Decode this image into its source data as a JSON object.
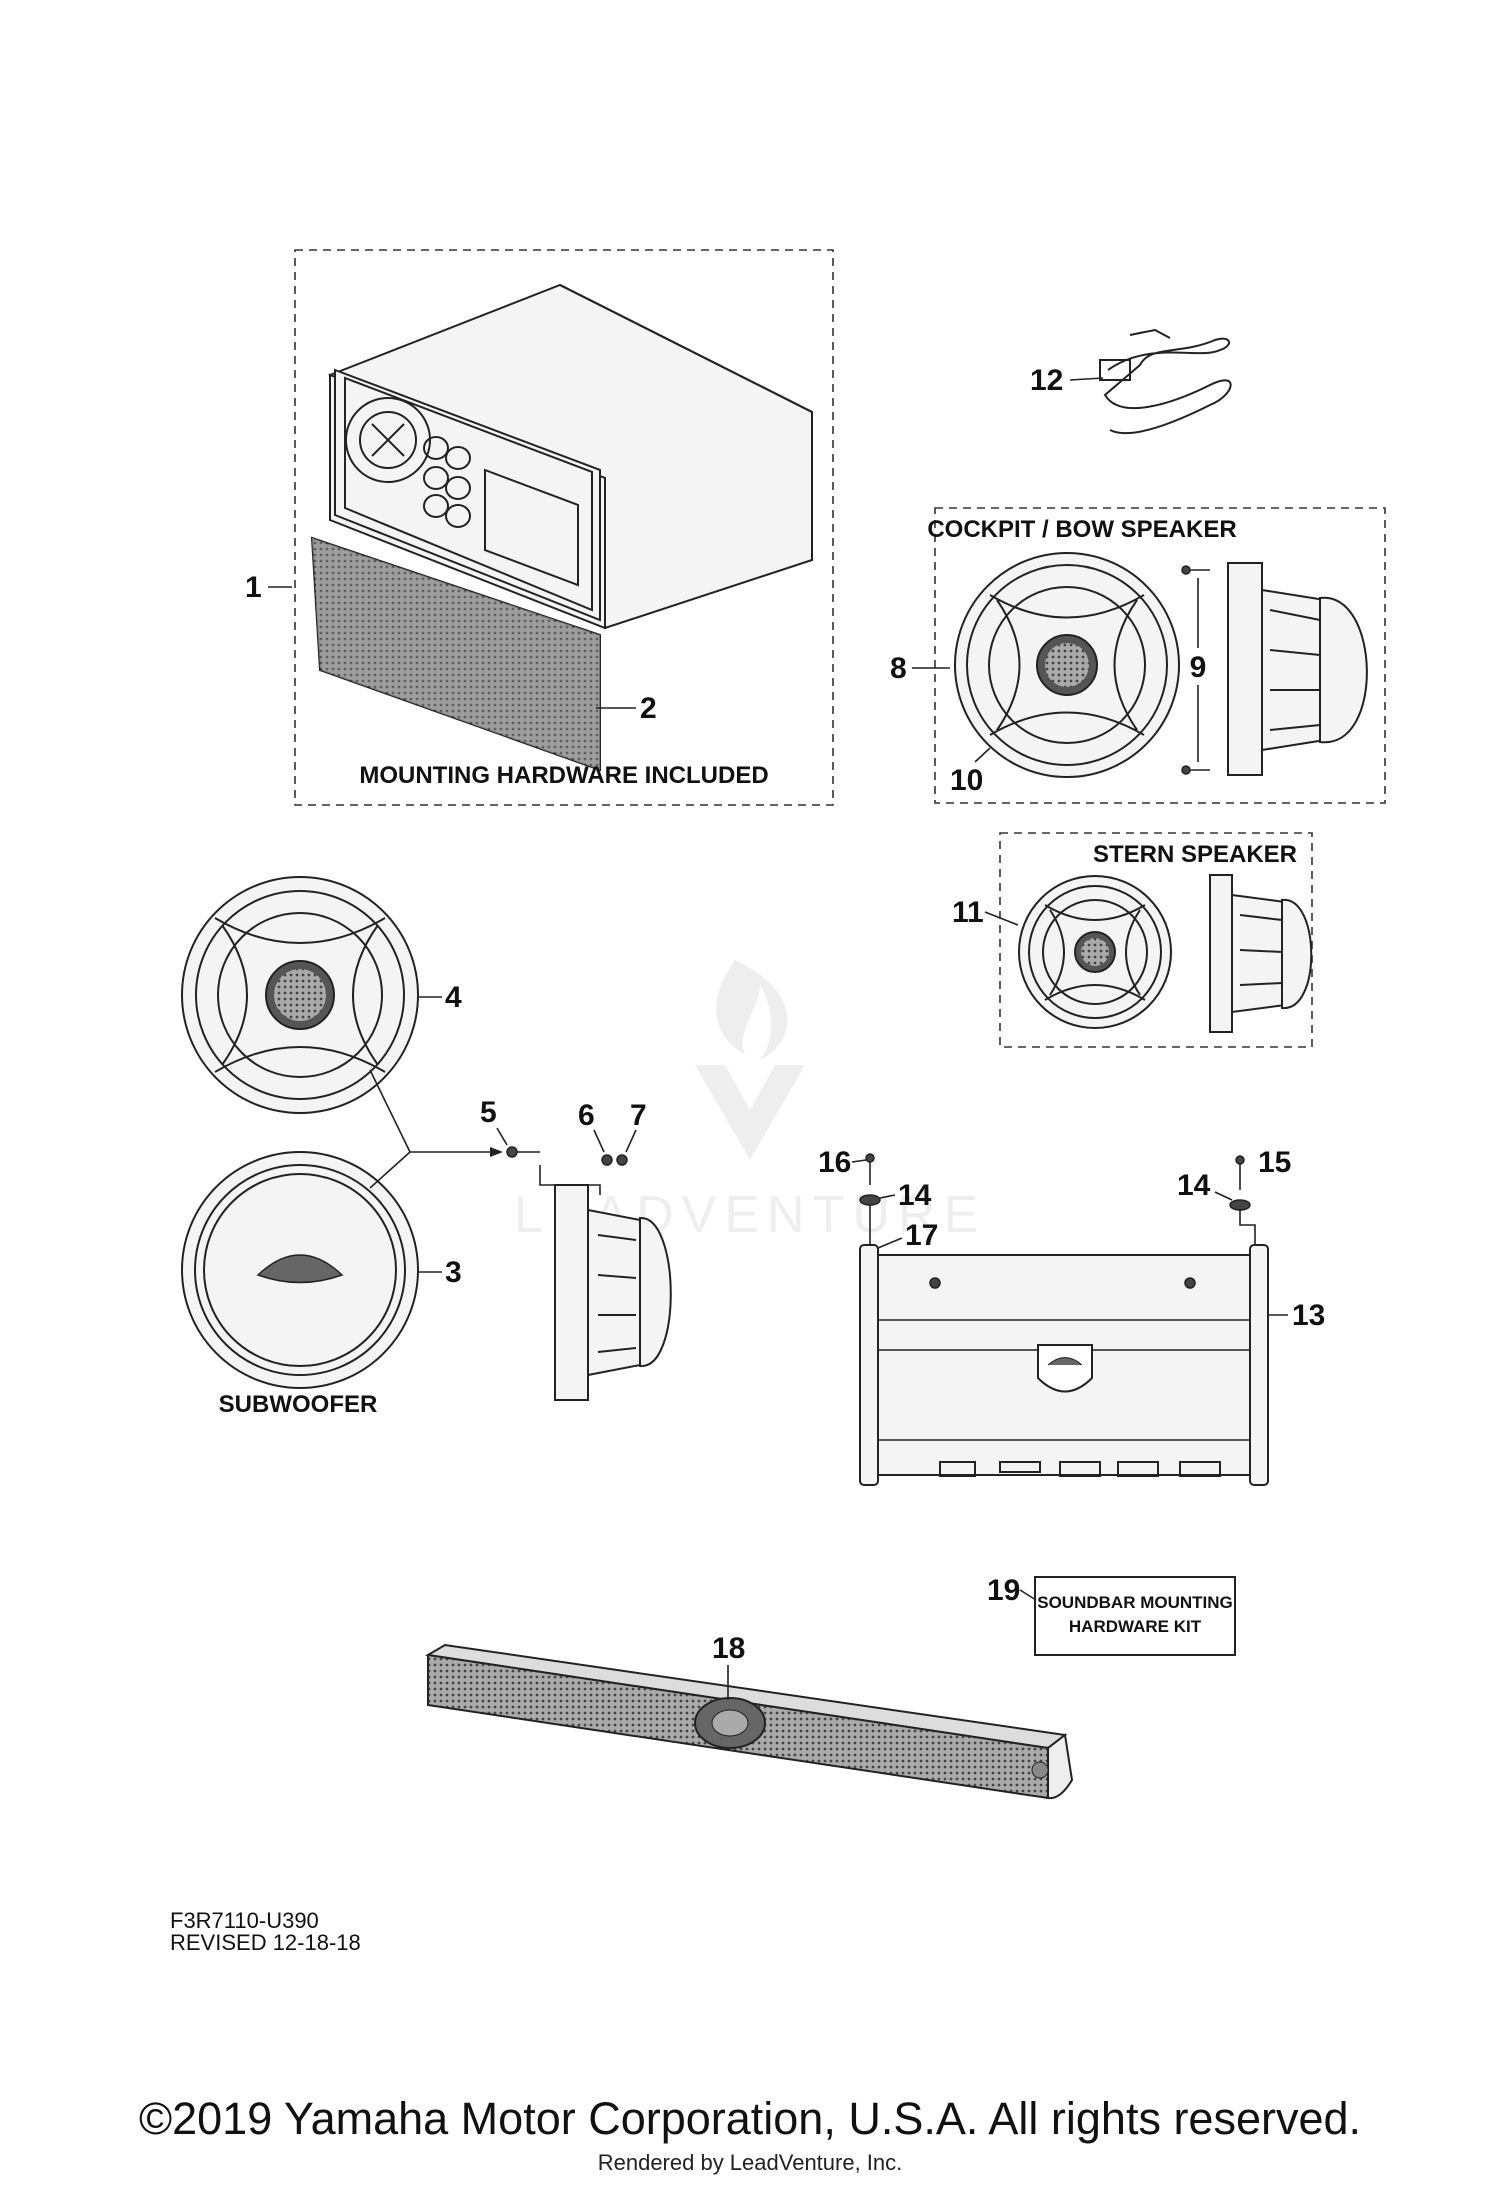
{
  "callouts": {
    "c1": "1",
    "c2": "2",
    "c3": "3",
    "c4": "4",
    "c5": "5",
    "c6": "6",
    "c7": "7",
    "c8": "8",
    "c9": "9",
    "c10": "10",
    "c11": "11",
    "c12": "12",
    "c13": "13",
    "c14a": "14",
    "c14b": "14",
    "c15": "15",
    "c16": "16",
    "c17": "17",
    "c18": "18",
    "c19": "19"
  },
  "labels": {
    "mounting_hardware": "MOUNTING HARDWARE INCLUDED",
    "cockpit_bow": "COCKPIT / BOW SPEAKER",
    "stern": "STERN SPEAKER",
    "subwoofer": "SUBWOOFER",
    "soundbar_kit_line1": "SOUNDBAR MOUNTING",
    "soundbar_kit_line2": "HARDWARE KIT"
  },
  "reference": {
    "code": "F3R7110-U390",
    "revised": "REVISED 12-18-18"
  },
  "footer": {
    "copyright": "©2019 Yamaha Motor Corporation, U.S.A. All rights reserved.",
    "rendered_by": "Rendered by LeadVenture, Inc."
  },
  "watermark": {
    "text": "LEADVENTURE"
  }
}
